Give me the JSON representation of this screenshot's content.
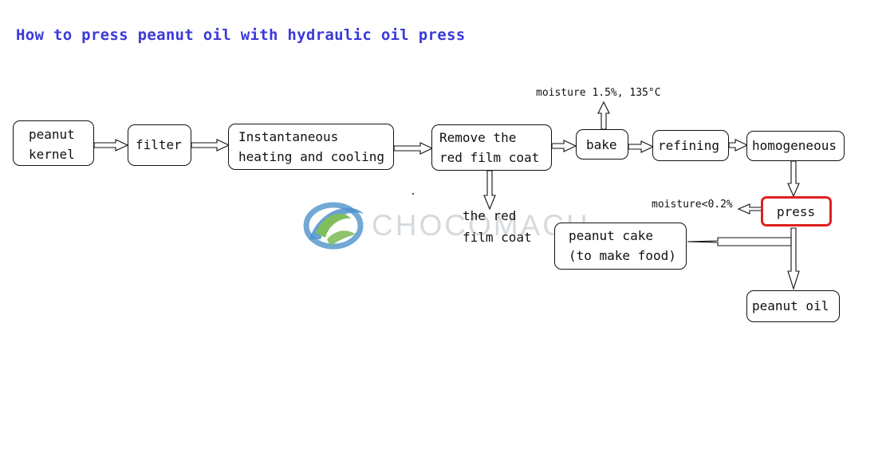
{
  "title": "How to press peanut oil with hydraulic oil press",
  "nodes": {
    "peanut_kernel": [
      "peanut",
      "kernel"
    ],
    "filter": [
      "filter"
    ],
    "heating_cooling": [
      "Instantaneous",
      "heating and cooling"
    ],
    "remove_film": [
      "Remove the",
      "red film coat"
    ],
    "bake": [
      "bake"
    ],
    "refining": [
      "refining"
    ],
    "homogeneous": [
      "homogeneous"
    ],
    "press": [
      "press"
    ],
    "peanut_cake": [
      "peanut cake",
      "(to make food)"
    ],
    "peanut_oil": [
      "peanut oil"
    ]
  },
  "outputs": {
    "red_film_coat": [
      "the red",
      "film coat"
    ]
  },
  "annotations": {
    "bake_moisture": "moisture 1.5%, 135°C",
    "press_moisture": "moisture<0.2%"
  },
  "watermark": {
    "text": "CHOCOMACH"
  },
  "colors": {
    "title": "#3a3ad8",
    "highlight": "#e02020",
    "line": "#111111",
    "watermark_blue": "#2f7fc1",
    "watermark_green": "#6cb33f"
  }
}
